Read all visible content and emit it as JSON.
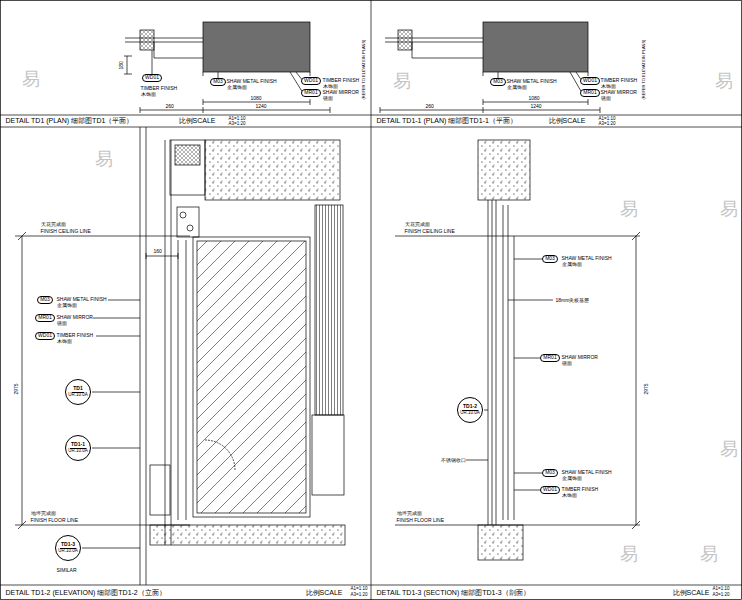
{
  "diagram": {
    "nodes": [
      {
        "text": [
          "WD01"
        ]
      },
      {
        "text": [
          "M03"
        ]
      },
      {
        "text": [
          "WD01"
        ]
      },
      {
        "text": [
          "MR01"
        ]
      },
      {
        "text": [
          "M03"
        ]
      },
      {
        "text": [
          "WD01"
        ]
      },
      {
        "text": [
          "MR01"
        ]
      },
      {
        "text": [
          "M03"
        ]
      },
      {
        "text": [
          "MR01"
        ]
      },
      {
        "text": [
          "WD01"
        ]
      },
      {
        "text": [
          "TD1",
          "UR.10.0A"
        ]
      },
      {
        "text": [
          "TD1-1",
          "UR.10.0A"
        ]
      },
      {
        "text": [
          "TD1-3",
          "UR.10.0A"
        ]
      },
      {
        "text": [
          "TD1-2",
          "UR.10.0A"
        ]
      },
      {
        "text": [
          "M03"
        ]
      },
      {
        "text": [
          "MR01"
        ]
      },
      {
        "text": [
          "M03"
        ]
      },
      {
        "text": [
          "WD01"
        ]
      }
    ],
    "labels": [
      "DETAIL TD1 (PLAN) 细部图TD1（平面）",
      "比例SCALE",
      "A1=1:10",
      "A3=1:20",
      "DETAIL TD1-1 (PLAN) 细部图TD1-1（平面）",
      "比例SCALE",
      "A1=1:10",
      "A3=1:20",
      "DETAIL TD1-2 (ELEVATION) 细部图TD1-2（立面）",
      "比例SCALE",
      "A1=1:10",
      "A3=1:20",
      "DETAIL TD1-3 (SECTION) 细部图TD1-3（剖面）",
      "比例SCALE",
      "A1=1:10",
      "A3=1:20",
      "180",
      "260",
      "1080",
      "1240",
      "TIMBER FINISH",
      "木饰面",
      "SHAW METAL FINISH",
      "金属饰面",
      "TIMBER FINISH",
      "木饰面",
      "SHAW MIRROR",
      "镜面",
      "(REFER TO ELEVATION PLANS)",
      "260",
      "1080",
      "1240",
      "SHAW METAL FINISH",
      "金属饰面",
      "TIMBER FINISH",
      "木饰面",
      "SHAW MIRROR",
      "镜面",
      "(REFER TO ELEVATION PLANS)",
      "天花完成面",
      "FINISH CEILING LINE",
      "地坪完成面",
      "FINISH FLOOR LINE",
      "2975",
      "160",
      "SHAW METAL FINISH",
      "金属饰面",
      "SHAW MIRROR",
      "镜面",
      "TIMBER FINISH",
      "木饰面",
      "SIMILAR",
      "天花完成面",
      "FINISH CEILING LINE",
      "地坪完成面",
      "FINISH FLOOR LINE",
      "2975",
      "SHAW METAL FINISH",
      "金属饰面",
      "18mm夹板基层",
      "SHAW MIRROR",
      "镜面",
      "SHAW METAL FINISH",
      "金属饰面",
      "TIMBER FINISH",
      "木饰面",
      "不锈钢收口",
      "易",
      "易",
      "易",
      "易",
      "易",
      "易",
      "易",
      "易",
      "易"
    ]
  }
}
